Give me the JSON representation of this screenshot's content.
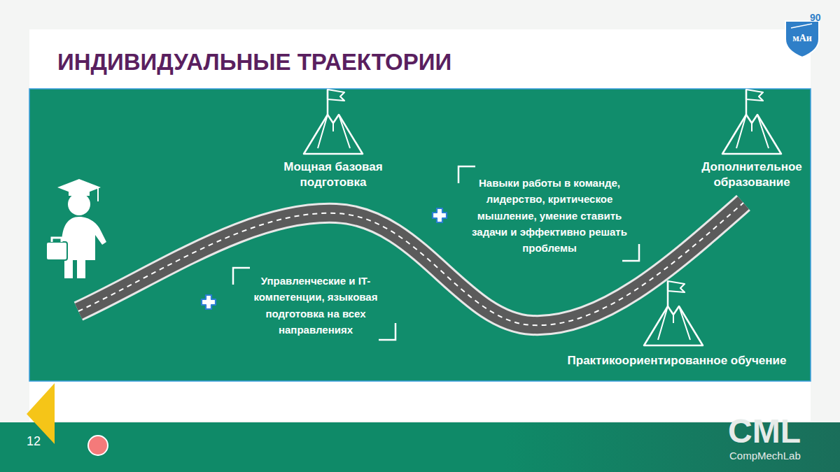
{
  "diagram": {
    "title": "ИНДИВИДУАЛЬНЫЕ ТРАЕКТОРИИ",
    "labels": [
      "Мощная базовая подготовка",
      "Навыки работы в команде, лидерство, критическое мышление, умение ставить задачи и эффективно решать проблемы",
      "Дополнительное образование",
      "Управленческие и IT-компетенции, языковая подготовка на всех направлениях",
      "Практикоориентированное обучение",
      "12",
      "мАи",
      "90",
      "CML",
      "CompMechLab"
    ]
  }
}
